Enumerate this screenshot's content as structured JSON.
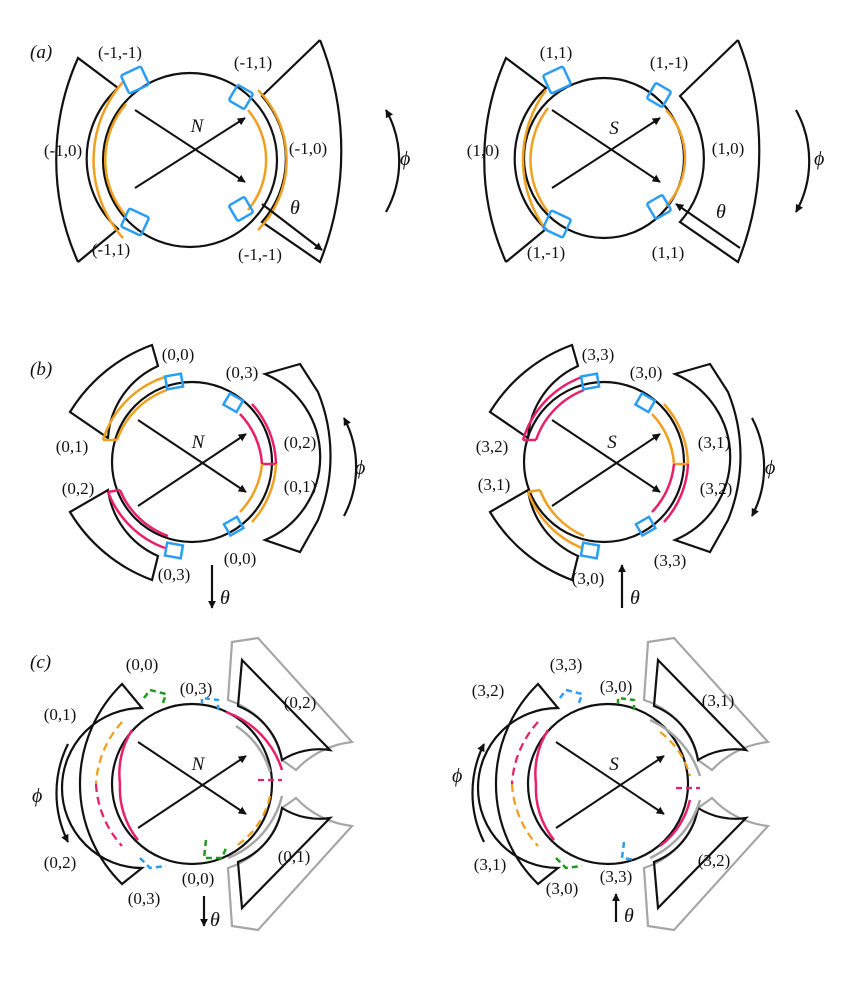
{
  "colors": {
    "ink": "#111111",
    "orange": "#f0a020",
    "blue": "#2a9df4",
    "pink": "#e8206a",
    "green": "#1e9a1e",
    "gray": "#a6a6a6"
  },
  "symbols": {
    "theta": "θ",
    "phi": "ϕ"
  },
  "panels": [
    {
      "label": "(a)",
      "left": {
        "center": "N",
        "labels": [
          "(-1,-1)",
          "(-1,1)",
          "(-1,0)",
          "(-1,0)",
          "(-1,1)",
          "(-1,-1)"
        ]
      },
      "right": {
        "center": "S",
        "labels": [
          "(1,1)",
          "(1,-1)",
          "(1,0)",
          "(1,0)",
          "(1,-1)",
          "(1,1)"
        ]
      }
    },
    {
      "label": "(b)",
      "left": {
        "center": "N",
        "labels": [
          "(0,0)",
          "(0,3)",
          "(0,1)",
          "(0,2)",
          "(0,2)",
          "(0,1)",
          "(0,3)",
          "(0,0)"
        ]
      },
      "right": {
        "center": "S",
        "labels": [
          "(3,3)",
          "(3,0)",
          "(3,2)",
          "(3,1)",
          "(3,1)",
          "(3,2)",
          "(3,0)",
          "(3,3)"
        ]
      }
    },
    {
      "label": "(c)",
      "left": {
        "center": "N",
        "labels": [
          "(0,0)",
          "(0,3)",
          "(0,1)",
          "(0,2)",
          "(0,2)",
          "(0,1)",
          "(0,3)",
          "(0,0)"
        ]
      },
      "right": {
        "center": "S",
        "labels": [
          "(3,3)",
          "(3,0)",
          "(3,2)",
          "(3,1)",
          "(3,1)",
          "(3,2)",
          "(3,0)",
          "(3,3)"
        ]
      }
    }
  ]
}
